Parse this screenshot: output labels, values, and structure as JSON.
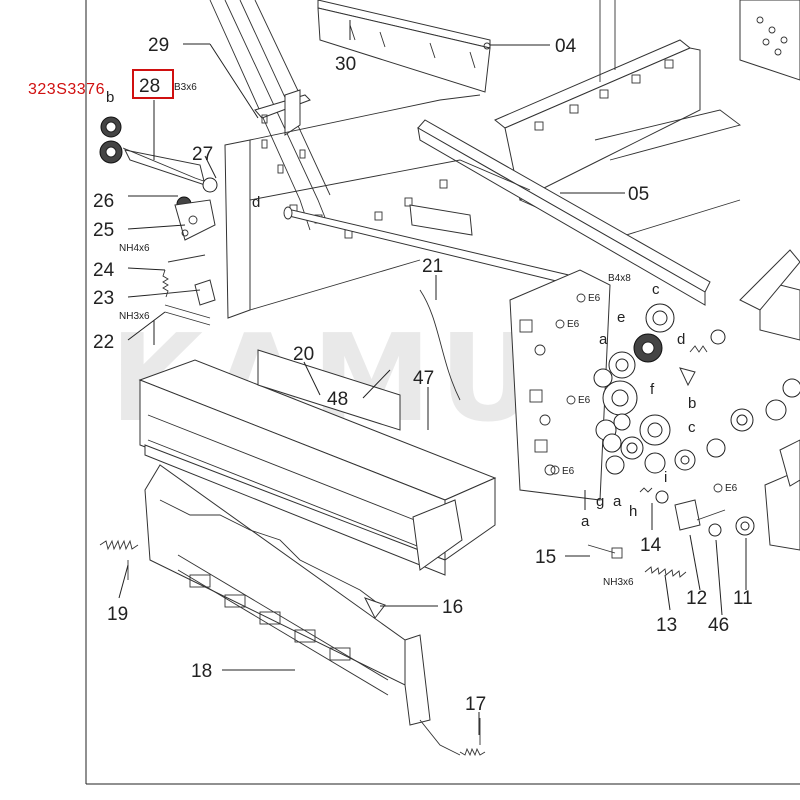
{
  "part_number": "323S3376",
  "watermark": "KAMU",
  "callouts": {
    "c29": "29",
    "c28": "28",
    "c27": "27",
    "c26": "26",
    "c25": "25",
    "c24": "24",
    "c23": "23",
    "c22": "22",
    "c30": "30",
    "c04": "04",
    "c05": "05",
    "c21": "21",
    "c20": "20",
    "c48": "48",
    "c47": "47",
    "c19": "19",
    "c18": "18",
    "c16": "16",
    "c17": "17",
    "c15": "15",
    "c14": "14",
    "c13": "13",
    "c12": "12",
    "c46": "46",
    "c11": "11"
  },
  "screws": {
    "b3x6": "B3x6",
    "nh4x6": "NH4x6",
    "nh3x6_left": "NH3x6",
    "nh3x6_bottom": "NH3x6",
    "b4x8": "B4x8",
    "e6_a": "E6",
    "e6_b": "E6",
    "e6_c": "E6",
    "e6_d": "E6",
    "e6_e": "E6"
  },
  "letters": {
    "b_left": "b",
    "d_left": "d",
    "c_top": "c",
    "e": "e",
    "d_right": "d",
    "a_1": "a",
    "f": "f",
    "b_right": "b",
    "c_mid": "c",
    "i": "i",
    "h": "h",
    "g": "g",
    "a_2": "a",
    "a_3": "a"
  },
  "colors": {
    "line": "#222222",
    "part_number": "#d01010",
    "highlight_box": "#d01010"
  }
}
